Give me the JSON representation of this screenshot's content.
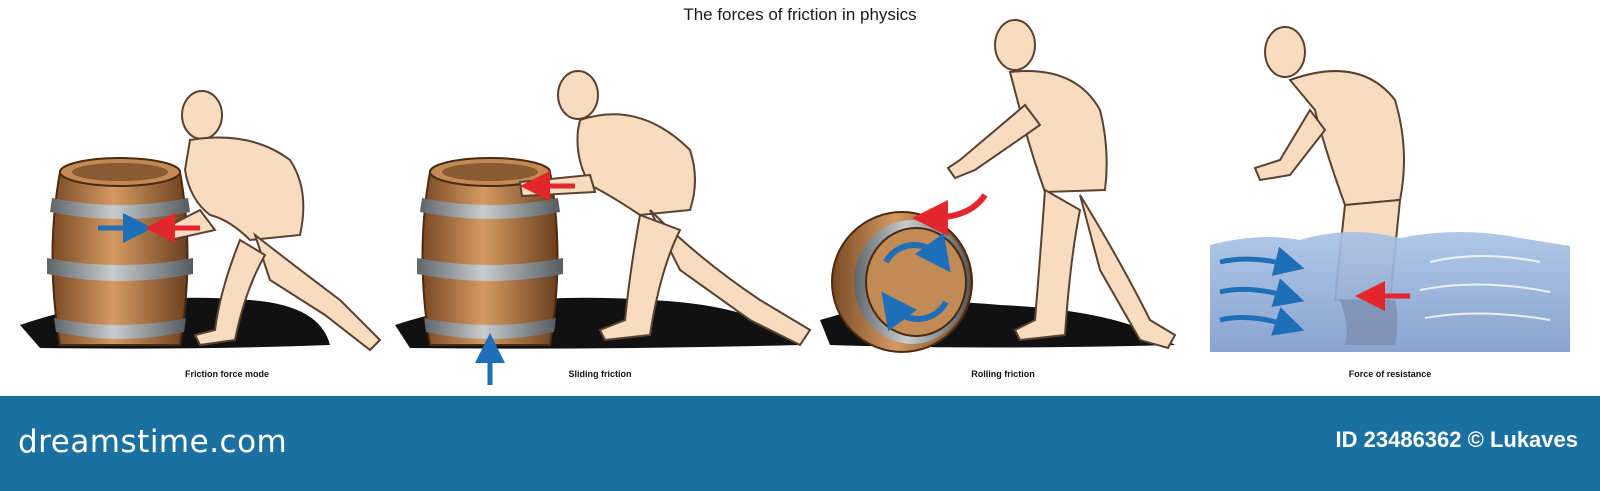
{
  "title": "The forces of friction in physics",
  "panels": [
    {
      "caption": "Friction force mode"
    },
    {
      "caption": "Sliding friction"
    },
    {
      "caption": "Rolling friction"
    },
    {
      "caption": "Force of resistance"
    }
  ],
  "footer": {
    "brand": "dreamstime.com",
    "credit": "ID 23486362 © Lukaves"
  },
  "colors": {
    "footer_bg": "#1a70a0",
    "arrow_red": "#e3262c",
    "arrow_blue": "#1e6fb8",
    "barrel_wood": "#a86b3c",
    "barrel_hoop": "#8e9498",
    "figure_skin": "#f8dcc0",
    "water": "#9bb5da"
  }
}
